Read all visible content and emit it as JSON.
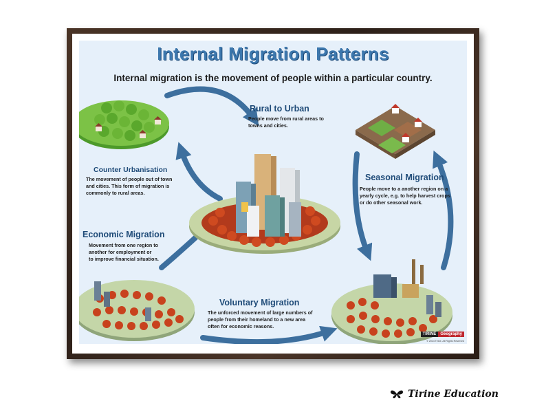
{
  "title": "Internal Migration Patterns",
  "subtitle": "Internal migration is the movement of people within a particular country.",
  "sections": {
    "rural_to_urban": {
      "heading": "Rural to Urban",
      "l1": "People move from rural areas to",
      "l2": "towns and cities."
    },
    "counter_urbanisation": {
      "heading": "Counter Urbanisation",
      "l1": "The movement of people out of town",
      "l2": "and cities. This form of migration is",
      "l3": "commonly to rural areas."
    },
    "economic_migration": {
      "heading": "Economic Migration",
      "l1": "Movement from one region to",
      "l2": "another for employment or",
      "l3": "to improve financial situation."
    },
    "voluntary_migration": {
      "heading": "Voluntary Migration",
      "l1": "The unforced movement of large numbers of",
      "l2": "people from their homeland to a new area",
      "l3": "often for economic reasons."
    },
    "seasonal_migration": {
      "heading": "Seasonal Migration",
      "l1": "People move to a another region on a",
      "l2": "yearly cycle, e.g. to help harvest crops",
      "l3": "or do other seasonal work."
    }
  },
  "logo": {
    "part1": "TIRINE",
    "part2": "Geography"
  },
  "copyright": "© 2024 Tirine. All Rights Reserved",
  "brand": "Tirine Education",
  "icons": [
    "butterfly-icon"
  ],
  "colors": {
    "title": "#3d78ae",
    "heading": "#1f4b78",
    "arrow": "#3d6f9e",
    "background": "#e6f0fa",
    "frame": "#3a2a20"
  }
}
